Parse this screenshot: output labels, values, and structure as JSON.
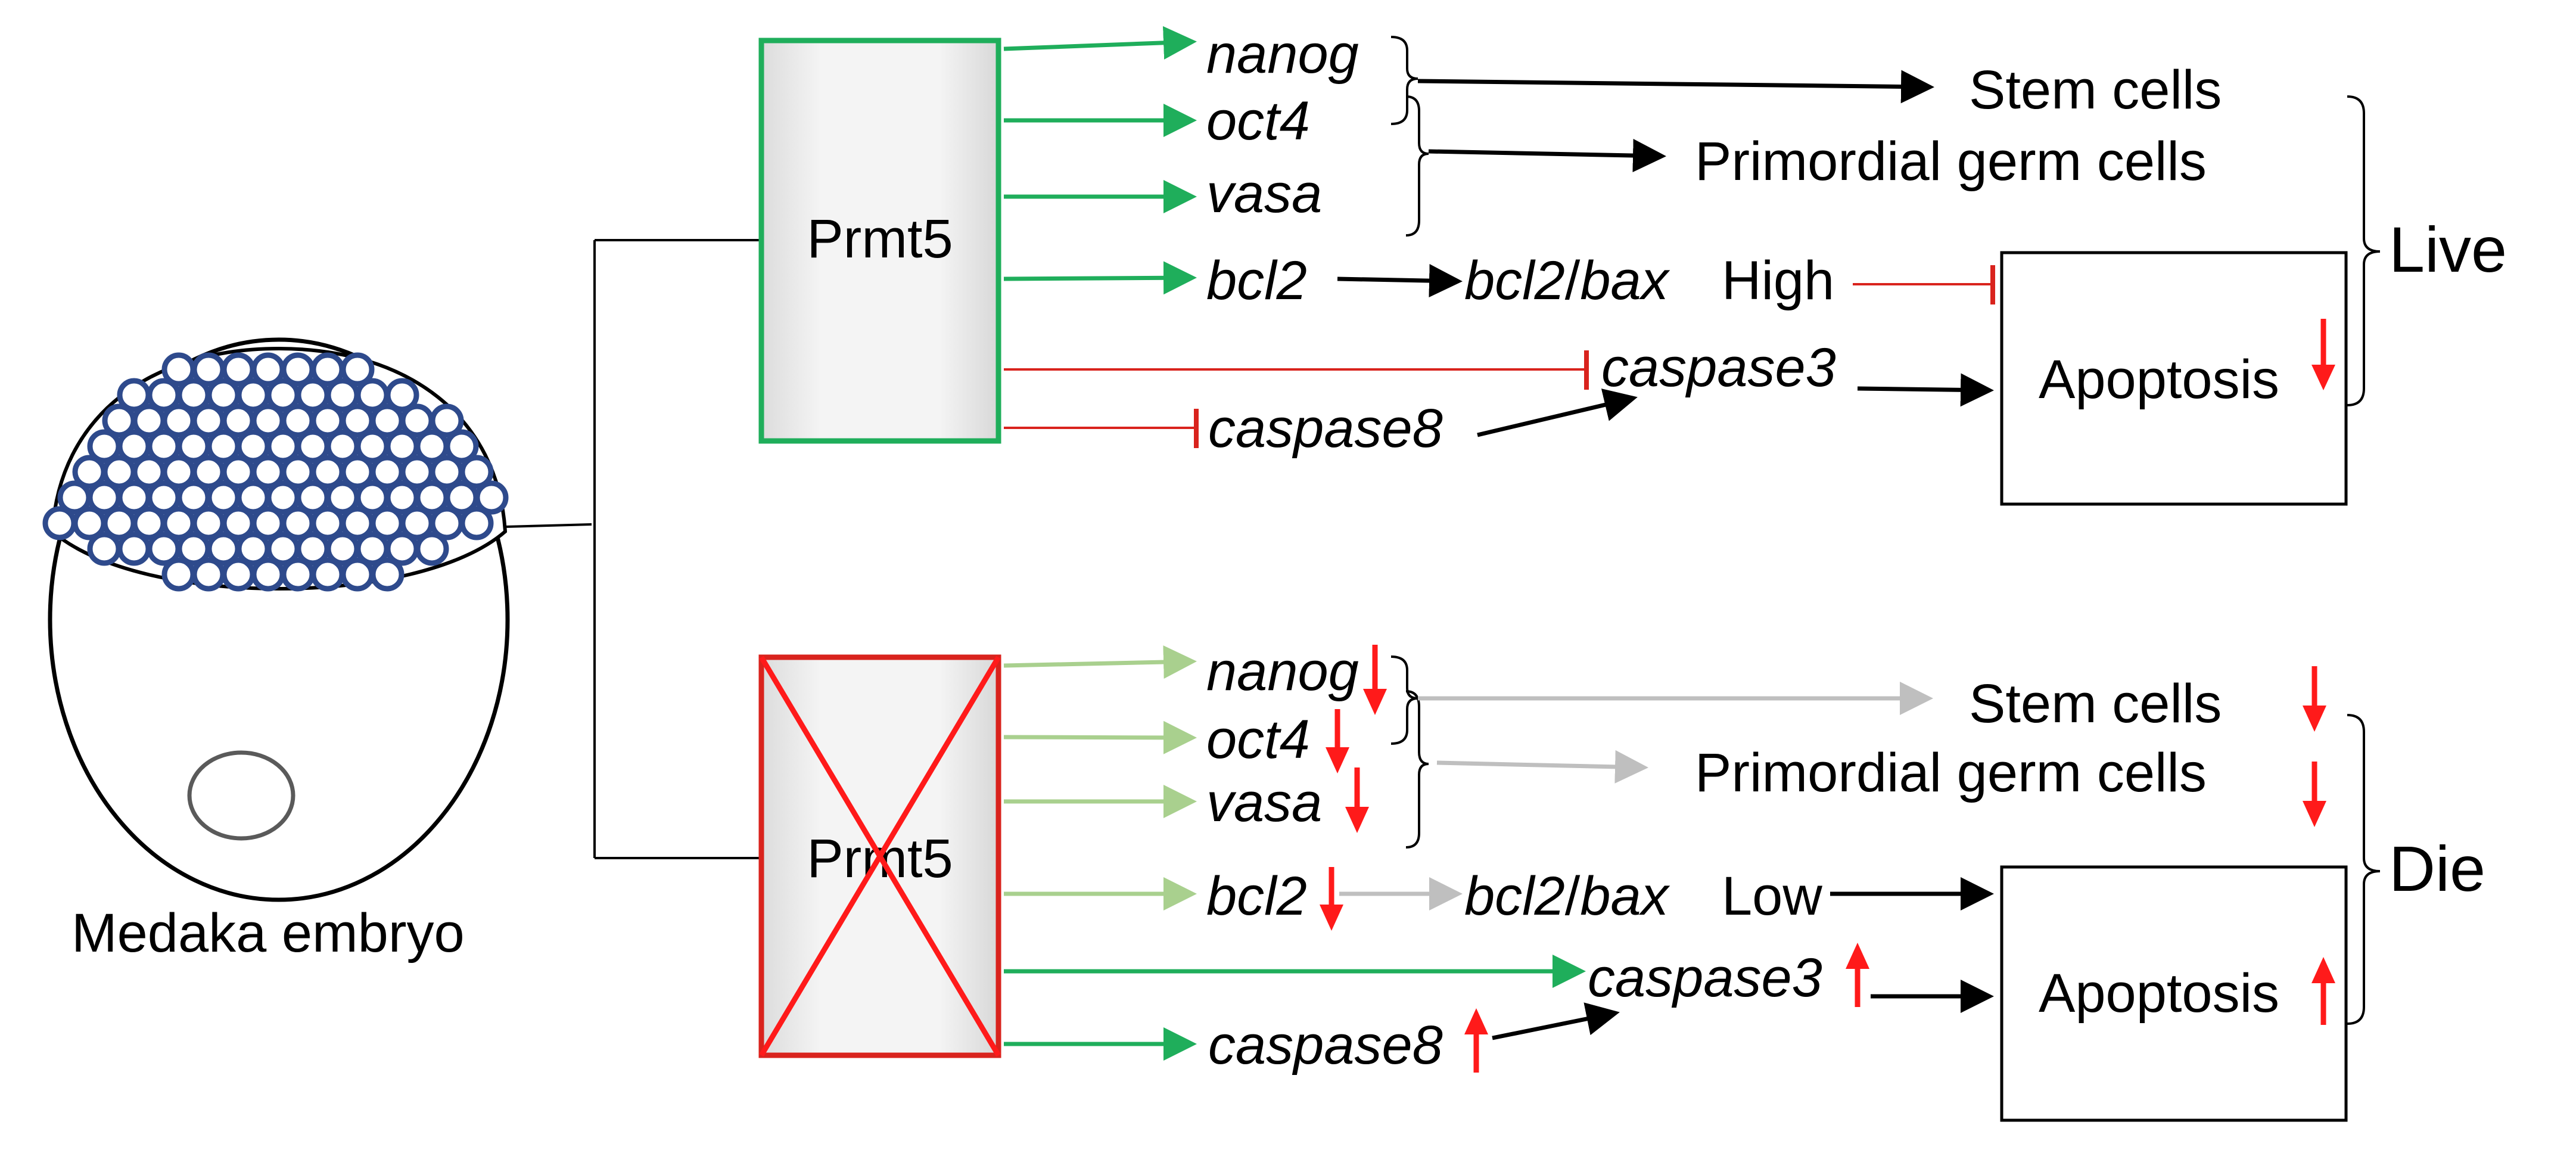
{
  "embryo": {
    "label": "Medaka embryo"
  },
  "top": {
    "protein": "Prmt5",
    "genes": {
      "nanog": "nanog",
      "oct4": "oct4",
      "vasa": "vasa",
      "bcl2": "bcl2",
      "caspase3": "caspase3",
      "caspase8": "caspase8"
    },
    "ratio_gene": "bcl2",
    "ratio_slash": "/",
    "ratio_gene2": "bax",
    "ratio_level": "High",
    "stem_cells": "Stem cells",
    "pgc": "Primordial germ cells",
    "apoptosis": "Apoptosis",
    "outcome": "Live"
  },
  "bottom": {
    "protein": "Prmt5",
    "genes": {
      "nanog": "nanog",
      "oct4": "oct4",
      "vasa": "vasa",
      "bcl2": "bcl2",
      "caspase3": "caspase3",
      "caspase8": "caspase8"
    },
    "ratio_gene": "bcl2",
    "ratio_slash": "/",
    "ratio_gene2": "bax",
    "ratio_level": "Low",
    "stem_cells": "Stem cells",
    "pgc": "Primordial germ cells",
    "apoptosis": "Apoptosis",
    "outcome": "Die"
  },
  "colors": {
    "green": "#1fae5b",
    "light_green": "#a9d08e",
    "red": "#d9231d",
    "arrow_red": "#ff1a1a",
    "grey": "#bfbfbf",
    "cell_fill": "#ffffff",
    "cell_stroke": "#2e4a8c"
  },
  "arrow_indicators": {
    "top_apoptosis": "down",
    "bottom_nanog": "down",
    "bottom_oct4": "down",
    "bottom_vasa": "down",
    "bottom_bcl2": "down",
    "bottom_stem_cells": "down",
    "bottom_pgc": "down",
    "bottom_caspase3": "up",
    "bottom_caspase8": "up",
    "bottom_apoptosis": "up"
  }
}
